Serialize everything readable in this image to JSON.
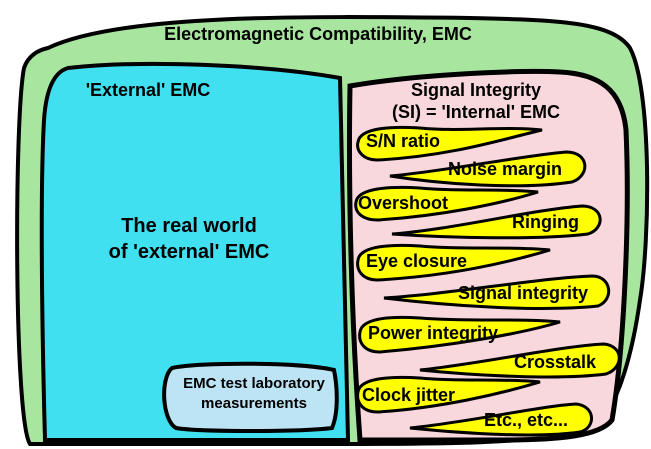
{
  "outer": {
    "title": "Electromagnetic Compatibility, EMC",
    "fill": "#a8e6a0"
  },
  "external": {
    "label": "'External' EMC",
    "body_line1": "The real world",
    "body_line2": "of 'external' EMC",
    "fill": "#40e0f0",
    "lab_line1": "EMC test laboratory",
    "lab_line2": "measurements",
    "lab_fill": "#bde4f4"
  },
  "internal": {
    "label_line1": "Signal Integrity",
    "label_line2": "(SI) = 'Internal' EMC",
    "fill": "#f8d8dc",
    "leaf_fill": "#ffff00",
    "leaves": [
      "S/N ratio",
      "Noise margin",
      "Overshoot",
      "Ringing",
      "Eye closure",
      "Signal integrity",
      "Power integrity",
      "Crosstalk",
      "Clock jitter",
      "Etc., etc..."
    ]
  }
}
